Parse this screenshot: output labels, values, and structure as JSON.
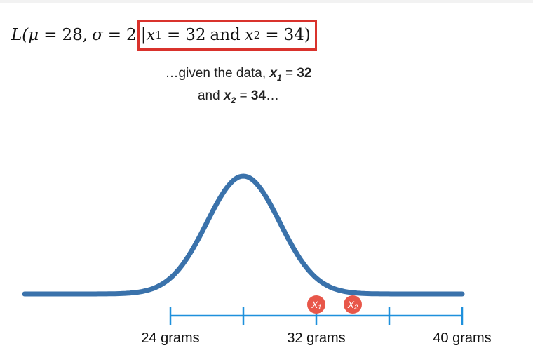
{
  "formula": {
    "prefix": "L(",
    "mu_symbol": "μ",
    "mu_value": "28,",
    "sigma_symbol": "σ",
    "sigma_value": "2",
    "bar": "|",
    "x1_symbol": "x",
    "x1_sub": "1",
    "x1_value": "32",
    "and": "and",
    "x2_symbol": "x",
    "x2_sub": "2",
    "x2_value": "34)",
    "equals": "="
  },
  "caption": {
    "line1_text": "…given the data, ",
    "x1_label": "x",
    "x1_sub": "1",
    "line1_eq": " = ",
    "x1_value": "32",
    "line2_text": "and ",
    "x2_label": "x",
    "x2_sub": "2",
    "line2_eq": " = ",
    "x2_value": "34",
    "line2_tail": "…"
  },
  "axis": {
    "labels": [
      "24 grams",
      "32 grams",
      "40 grams"
    ],
    "min_grams": 24,
    "max_grams": 40,
    "tick_values": [
      24,
      28,
      32,
      36,
      40
    ]
  },
  "distribution": {
    "mean": 28,
    "sd": 2
  },
  "points": [
    {
      "label": "X₁",
      "value": 32
    },
    {
      "label": "X₂",
      "value": 34
    }
  ],
  "colors": {
    "curve": "#3a72ab",
    "axis": "#1e90dc",
    "point": "#e8574a",
    "highlight": "#d9322c"
  }
}
